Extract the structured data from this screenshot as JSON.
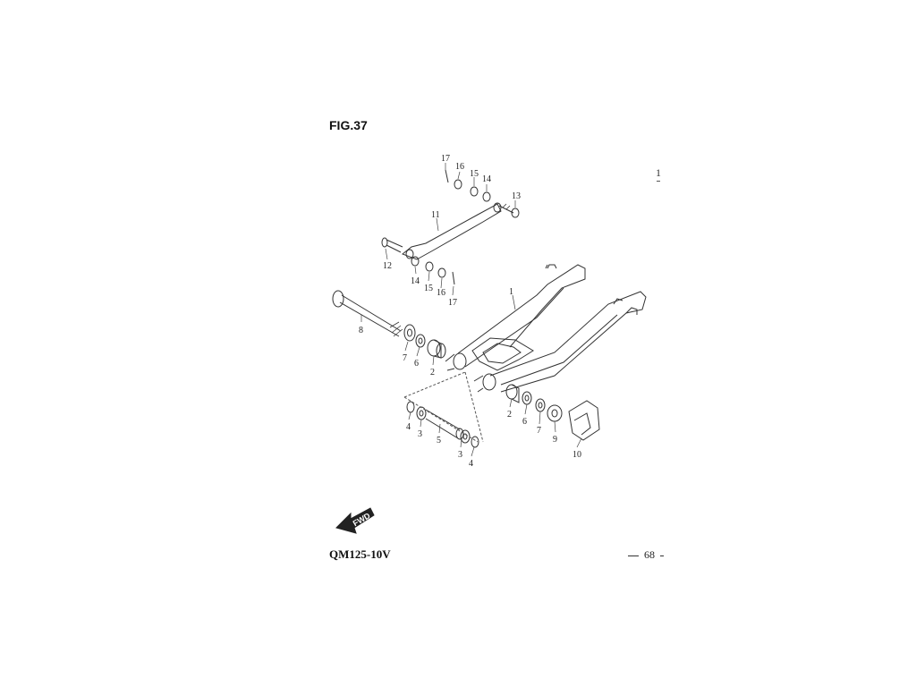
{
  "figure": {
    "title": "FIG.37"
  },
  "side_mark": "1",
  "footer": {
    "model": "QM125-10V",
    "page": "68"
  },
  "fwd_arrow": {
    "label": "FWD",
    "icon": "fwd-arrow-icon"
  },
  "callouts": {
    "c1": "1",
    "c2a": "2",
    "c2b": "2",
    "c3a": "3",
    "c3b": "3",
    "c4a": "4",
    "c4b": "4",
    "c5": "5",
    "c6a": "6",
    "c6b": "6",
    "c7a": "7",
    "c7b": "7",
    "c8": "8",
    "c9": "9",
    "c10": "10",
    "c11": "11",
    "c12": "12",
    "c13": "13",
    "c14a": "14",
    "c14b": "14",
    "c15a": "15",
    "c15b": "15",
    "c16a": "16",
    "c16b": "16",
    "c17a": "17",
    "c17b": "17"
  }
}
